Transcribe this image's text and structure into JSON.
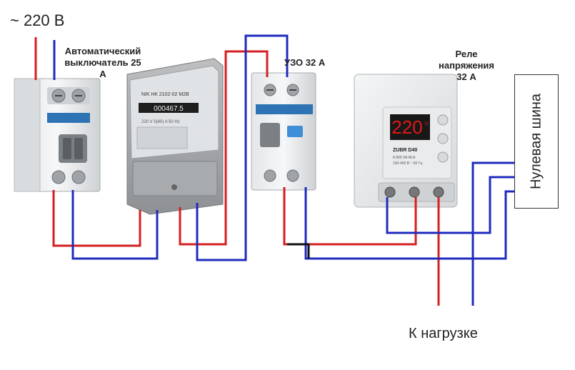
{
  "supply": {
    "label": "~ 220 В"
  },
  "breaker": {
    "label": "Автоматический выключатель 25 А"
  },
  "meter": {
    "model_text": "NIK НК 2102-02 M2B",
    "display_value": "000467.5",
    "ratings": "220 V   5(60) A   50 Hz"
  },
  "rcd": {
    "label": "УЗО 32 А"
  },
  "relay": {
    "label": "Реле напряжения 32 А",
    "display_value": "220",
    "display_unit": "V",
    "brand": "ZUBR D40",
    "specs": [
      "8 800 VA   40 A",
      "100-400 В ~ 50 Гц"
    ]
  },
  "busbar": {
    "label": "Нулевая шина"
  },
  "load": {
    "label": "К нагрузке"
  },
  "colors": {
    "phase_wire": "#d42020",
    "neutral_wire": "#1f2bbf",
    "bridge_wire": "#111111",
    "relay_display": "#e01818"
  },
  "icons": [
    "mcb-device",
    "electricity-meter-device",
    "rcd-device",
    "voltage-relay-device",
    "neutral-busbar"
  ]
}
